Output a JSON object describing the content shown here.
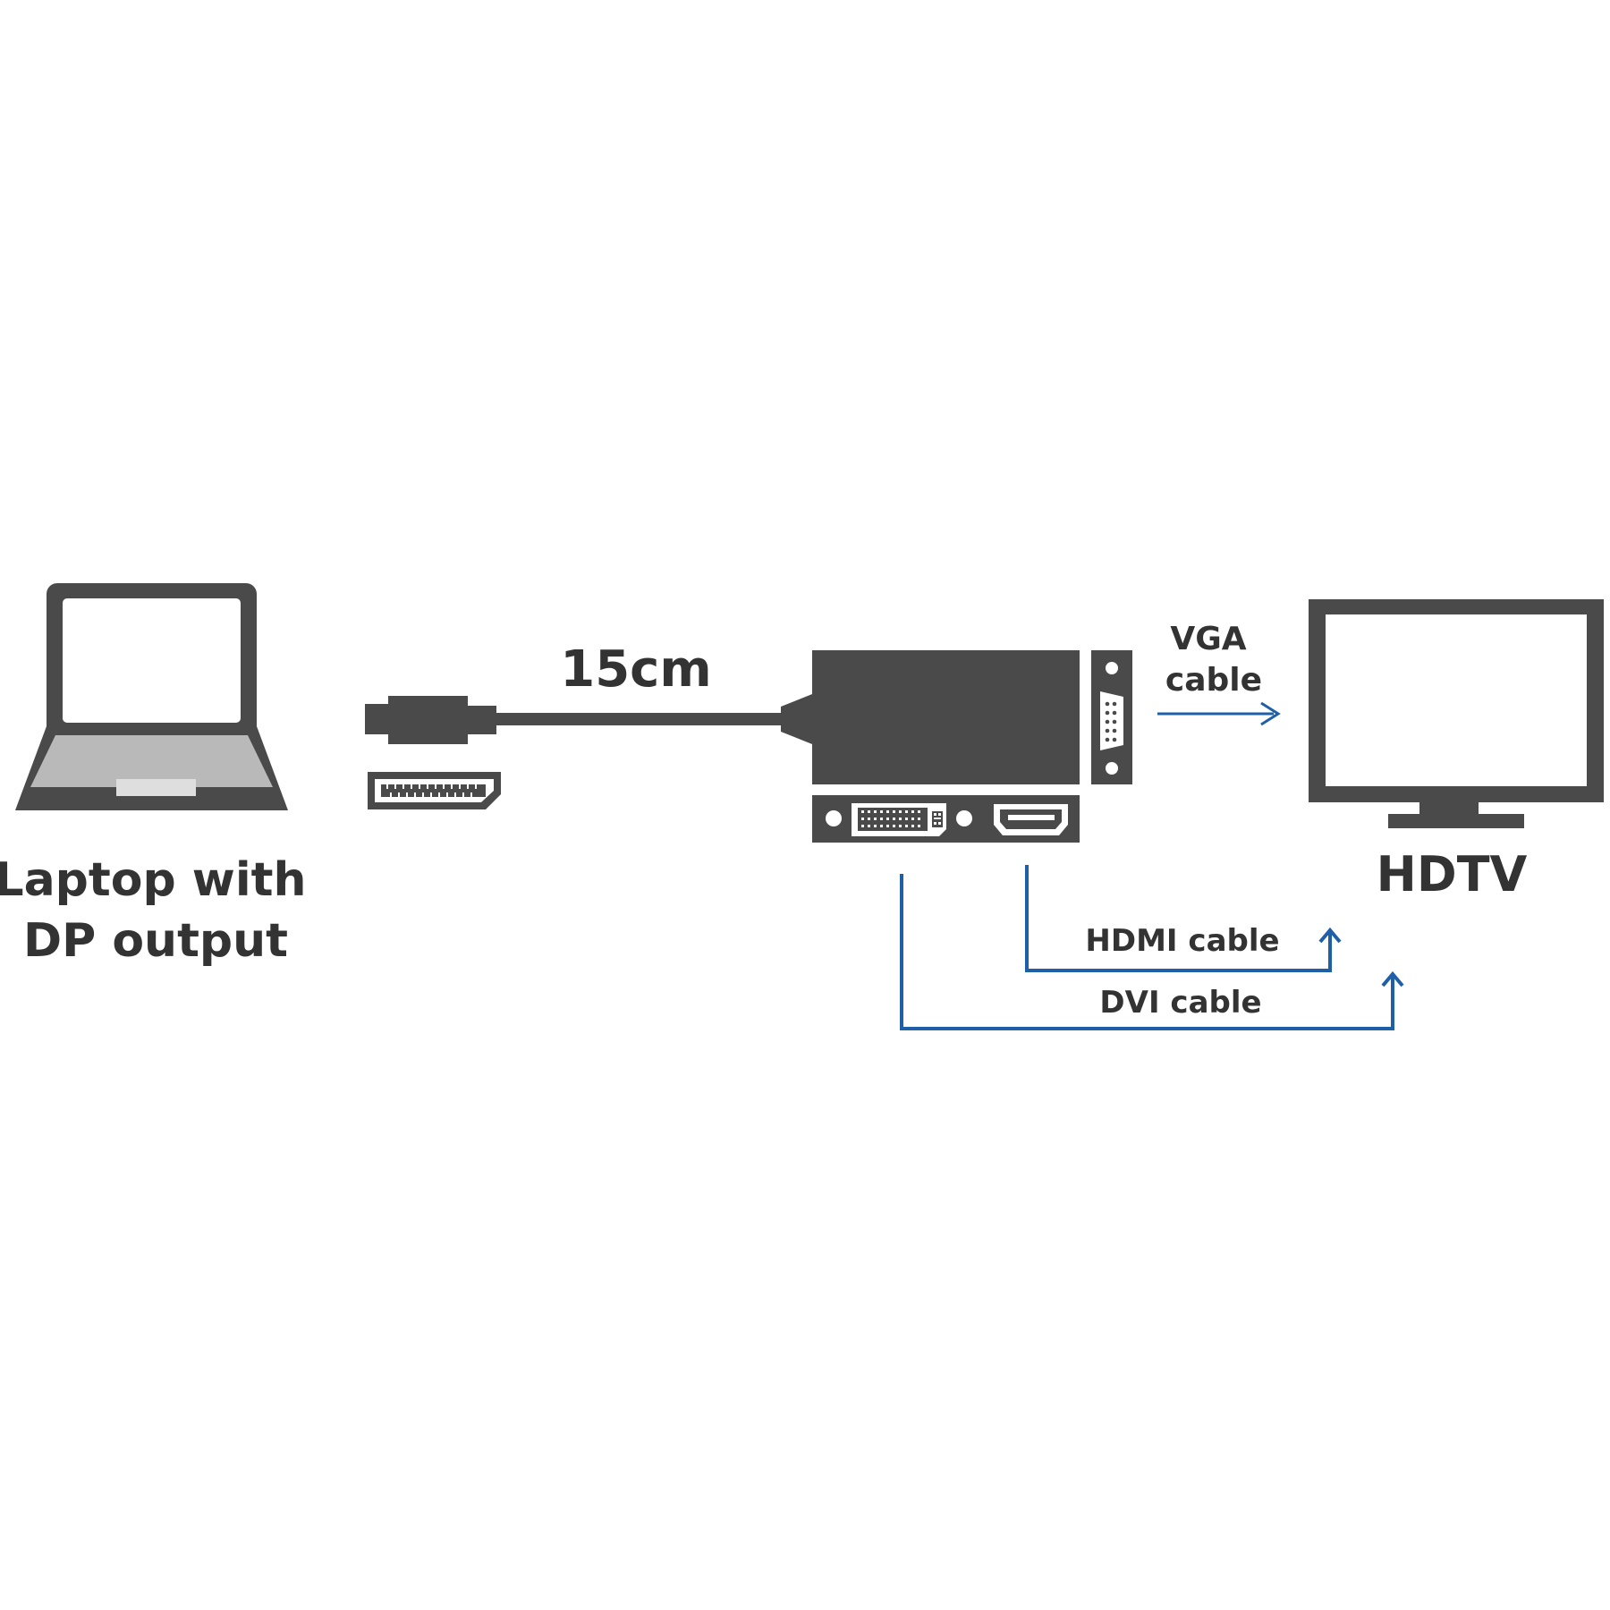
{
  "labels": {
    "laptop_line1": "Laptop with",
    "laptop_line2": "DP output",
    "cable_length": "15cm",
    "vga_line1": "VGA",
    "vga_line2": "cable",
    "hdtv": "HDTV",
    "hdmi_cable": "HDMI cable",
    "dvi_cable": "DVI cable"
  },
  "colors": {
    "device": "#4a4a4a",
    "text": "#333333",
    "arrow": "#1f5fa8",
    "background": "#ffffff"
  },
  "icons": [
    "laptop-icon",
    "displayport-plug-icon",
    "displayport-port-icon",
    "adapter-icon",
    "vga-port-icon",
    "dvi-port-icon",
    "hdmi-port-icon",
    "hdtv-icon"
  ]
}
